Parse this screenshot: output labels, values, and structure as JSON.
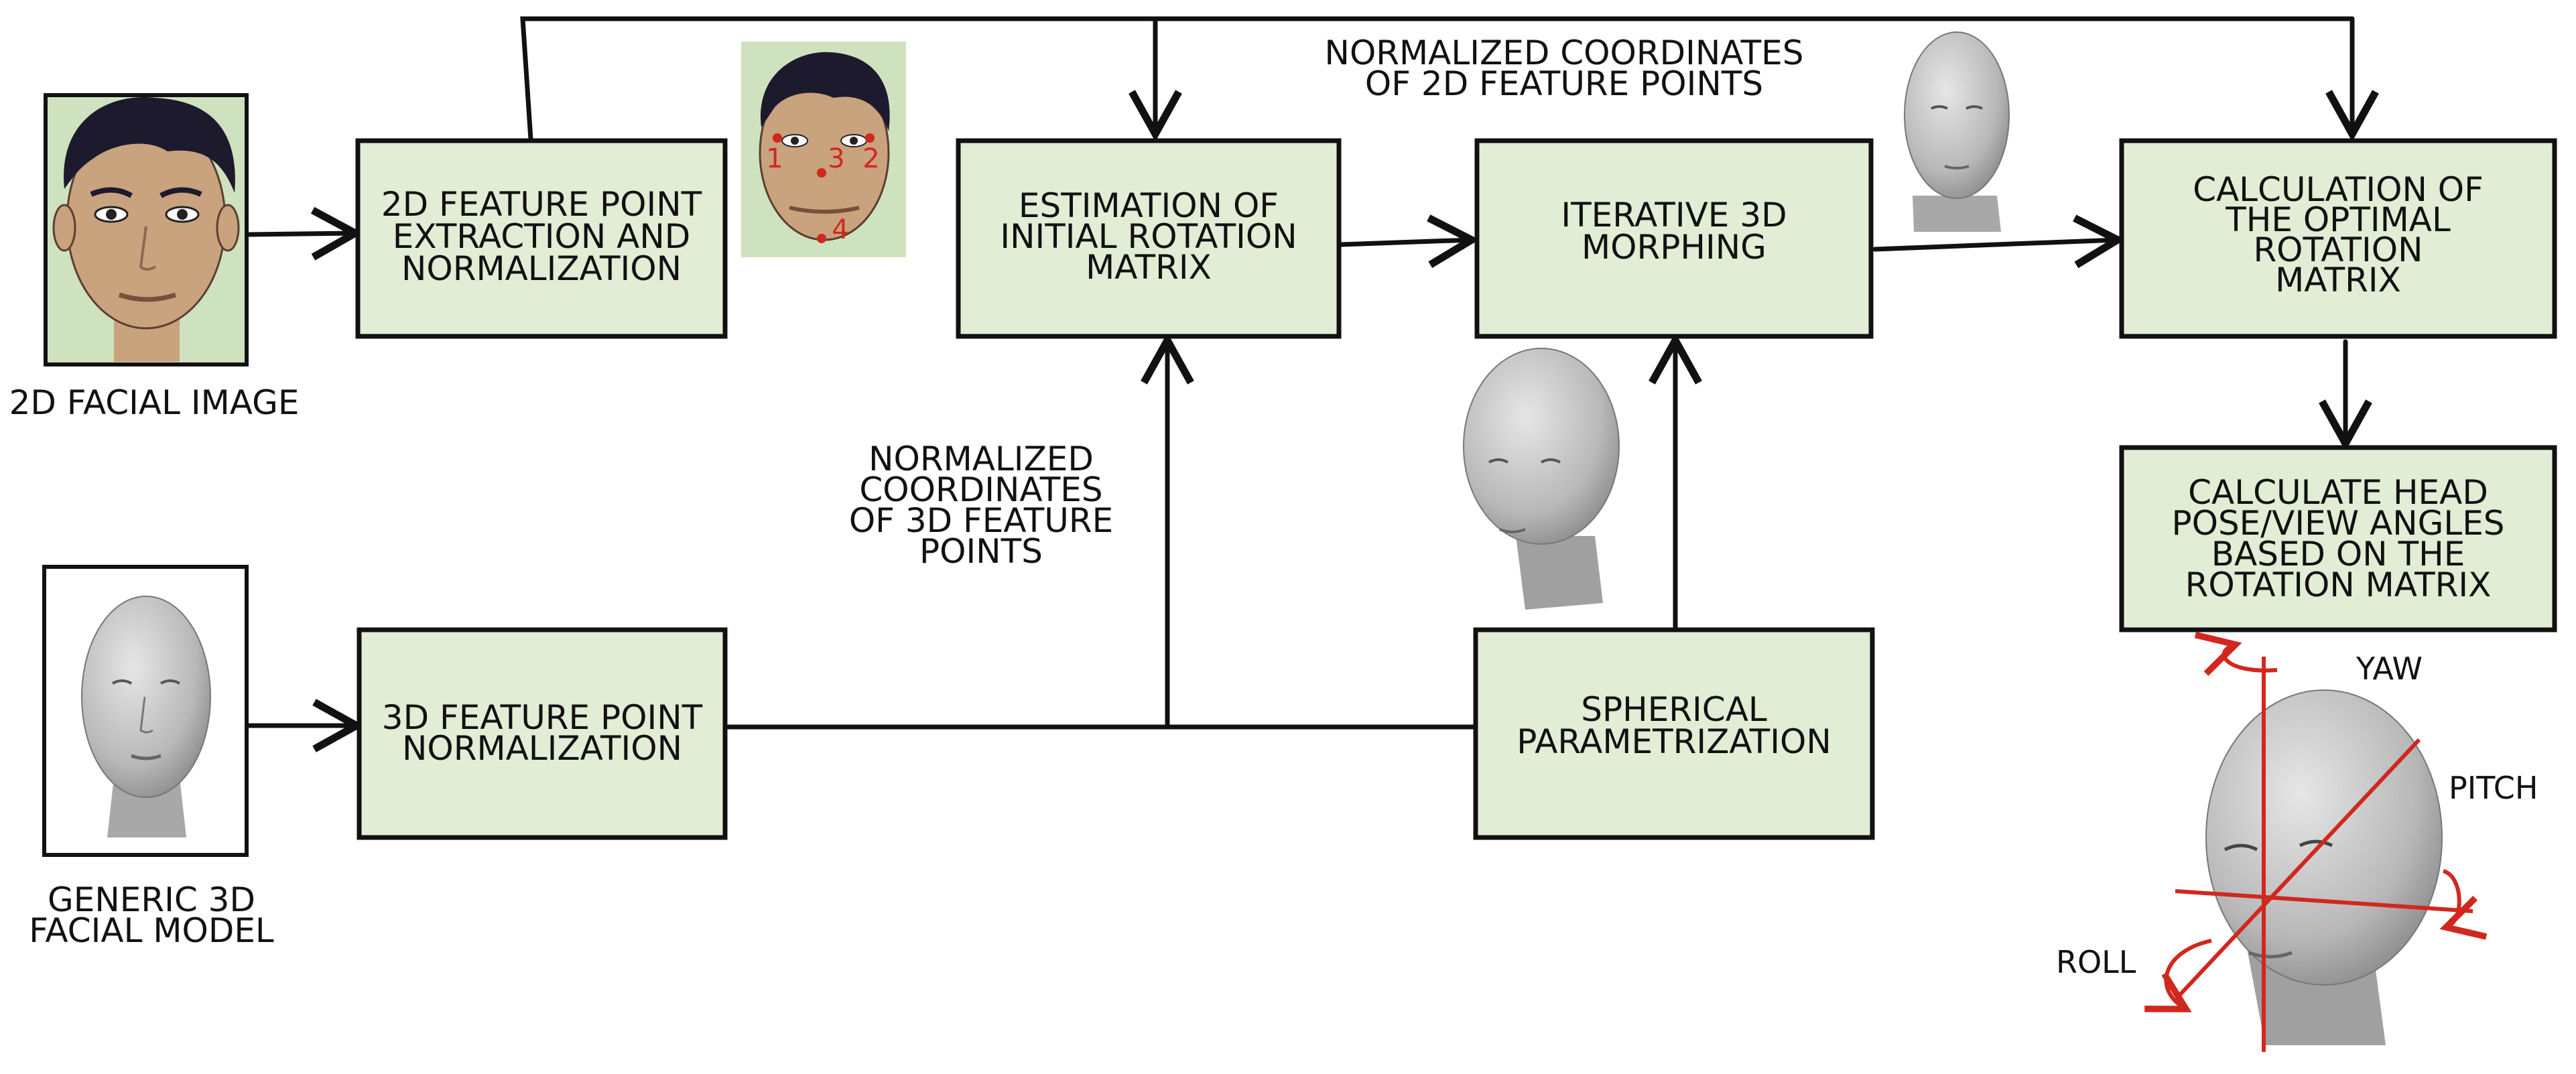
{
  "boxes": {
    "extract2d": [
      "2D FEATURE POINT",
      "EXTRACTION AND",
      "NORMALIZATION"
    ],
    "estimate": [
      "ESTIMATION OF",
      "INITIAL ROTATION",
      "MATRIX"
    ],
    "morph": [
      "ITERATIVE 3D",
      "MORPHING"
    ],
    "optimal": [
      "CALCULATION OF",
      "THE OPTIMAL",
      "ROTATION",
      "MATRIX"
    ],
    "headpose": [
      "CALCULATE HEAD",
      "POSE/VIEW ANGLES",
      "BASED ON THE",
      "ROTATION MATRIX"
    ],
    "norm3d": [
      "3D FEATURE POINT",
      "NORMALIZATION"
    ],
    "spherical": [
      "SPHERICAL",
      "PARAMETRIZATION"
    ]
  },
  "labels": {
    "facial_image": "2D FACIAL IMAGE",
    "generic_model": [
      "GENERIC 3D",
      "FACIAL MODEL"
    ],
    "coords2d": [
      "NORMALIZED COORDINATES",
      "OF 2D FEATURE POINTS"
    ],
    "coords3d": [
      "NORMALIZED",
      "COORDINATES",
      "OF 3D FEATURE",
      "POINTS"
    ]
  },
  "feature_points": [
    "1",
    "2",
    "3",
    "4"
  ],
  "axes": {
    "yaw": "YAW",
    "pitch": "PITCH",
    "roll": "ROLL"
  },
  "colors": {
    "box_fill": "#e2edd6",
    "accent": "#d0281e",
    "skin": "#c9a27e",
    "hair": "#1e1a2e"
  }
}
